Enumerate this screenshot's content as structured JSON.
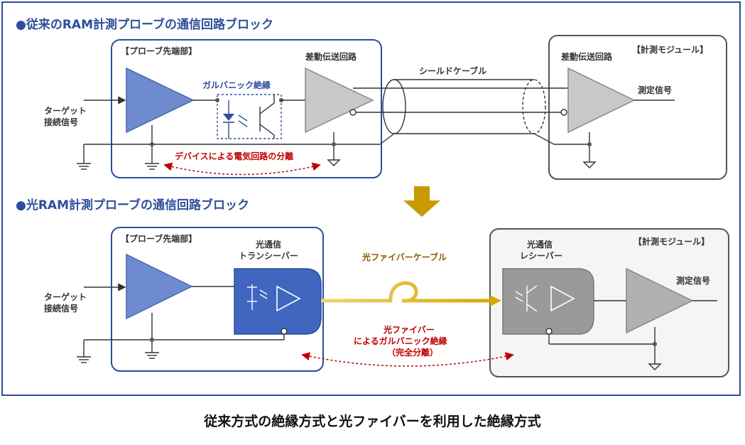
{
  "diagram_top": {
    "title": "●従来のRAM計測プローブの通信回路ブロック",
    "probe_box_label": "【プローブ先端部】",
    "module_box_label": "【計測モジュール】",
    "target_signal_line1": "ターゲット",
    "target_signal_line2": "接続信号",
    "galvanic_label": "ガルバニック絶縁",
    "diff_circuit_label": "差動伝送回路",
    "cable_label": "シールドケーブル",
    "module_diff_label": "差動伝送回路",
    "measure_signal": "測定信号",
    "separation_label": "デバイスによる電気回路の分離"
  },
  "diagram_bottom": {
    "title": "●光RAM計測プローブの通信回路ブロック",
    "probe_box_label": "【プローブ先端部】",
    "module_box_label": "【計測モジュール】",
    "target_signal_line1": "ターゲット",
    "target_signal_line2": "接続信号",
    "transceiver_line1": "光通信",
    "transceiver_line2": "トランシーバー",
    "fiber_cable_label": "光ファイバーケーブル",
    "receiver_line1": "光通信",
    "receiver_line2": "レシーバー",
    "measure_signal": "測定信号",
    "isolation_line1": "光ファイバー",
    "isolation_line2": "によるガルバニック絶縁",
    "isolation_line3": "（完全分離）"
  },
  "caption": "従来方式の絶縁方式と光ファイバーを利用した絶縁方式",
  "colors": {
    "brand_blue": "#2d4e9c",
    "amp_blue": "#6f8bd0",
    "gray_amp": "#c8c8c8",
    "red_label": "#c00000",
    "gold_arrow": "#c99a00"
  }
}
